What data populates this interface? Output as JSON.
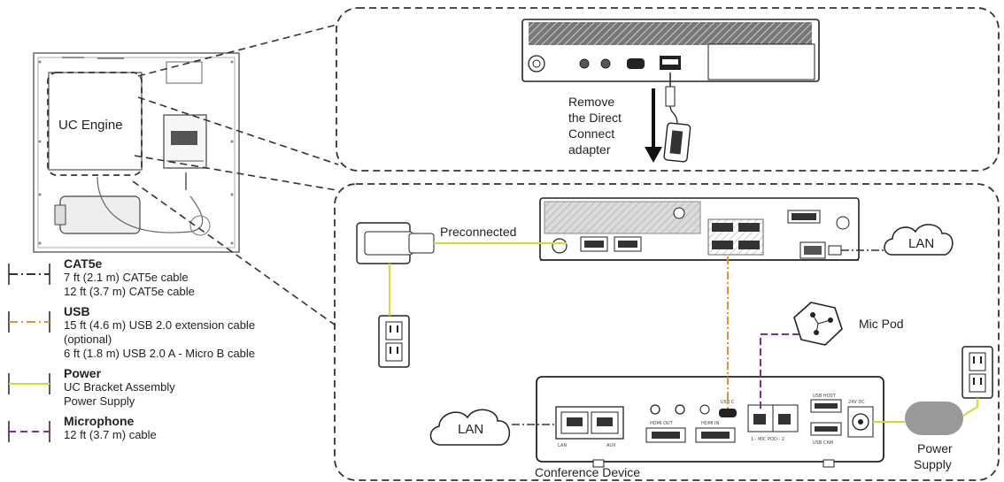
{
  "labels": {
    "uc_engine": "UC Engine",
    "remove_adapter": [
      "Remove",
      "the Direct",
      "Connect",
      "adapter"
    ],
    "preconnected": "Preconnected",
    "lan_top": "LAN",
    "lan_bottom": "LAN",
    "mic_pod": "Mic Pod",
    "conference_device": "Conference Device",
    "power_supply": [
      "Power",
      "Supply"
    ]
  },
  "port_labels": {
    "lan": "LAN",
    "aux": "AUX",
    "hdmi_out": "HDMI OUT",
    "hdmi_in": "HDMI IN",
    "usb_c": "USB C",
    "mic_pod_ports": "1 - MIC POD - 2",
    "usb_host": "USB HOST",
    "usb_cam": "USB CAM",
    "dc_in": "24V DC"
  },
  "legend": [
    {
      "title": "CAT5e",
      "lines": [
        "7 ft (2.1 m) CAT5e cable",
        "12 ft (3.7 m) CAT5e cable"
      ],
      "style": "dashdot",
      "color": "#333333"
    },
    {
      "title": "USB",
      "lines": [
        "15 ft (4.6 m) USB 2.0 extension cable",
        "(optional)",
        "6 ft (1.8 m) USB 2.0 A - Micro B cable"
      ],
      "style": "dashdot",
      "color": "#e8902a"
    },
    {
      "title": "Power",
      "lines": [
        "UC Bracket Assembly",
        "Power Supply"
      ],
      "style": "solid",
      "color": "#d8d830"
    },
    {
      "title": "Microphone",
      "lines": [
        "12 ft (3.7 m) cable"
      ],
      "style": "dashed",
      "color": "#8a2a8a"
    }
  ],
  "colors": {
    "cat5e": "#333333",
    "usb": "#e8902a",
    "power": "#d8d830",
    "microphone": "#8a2a8a"
  }
}
